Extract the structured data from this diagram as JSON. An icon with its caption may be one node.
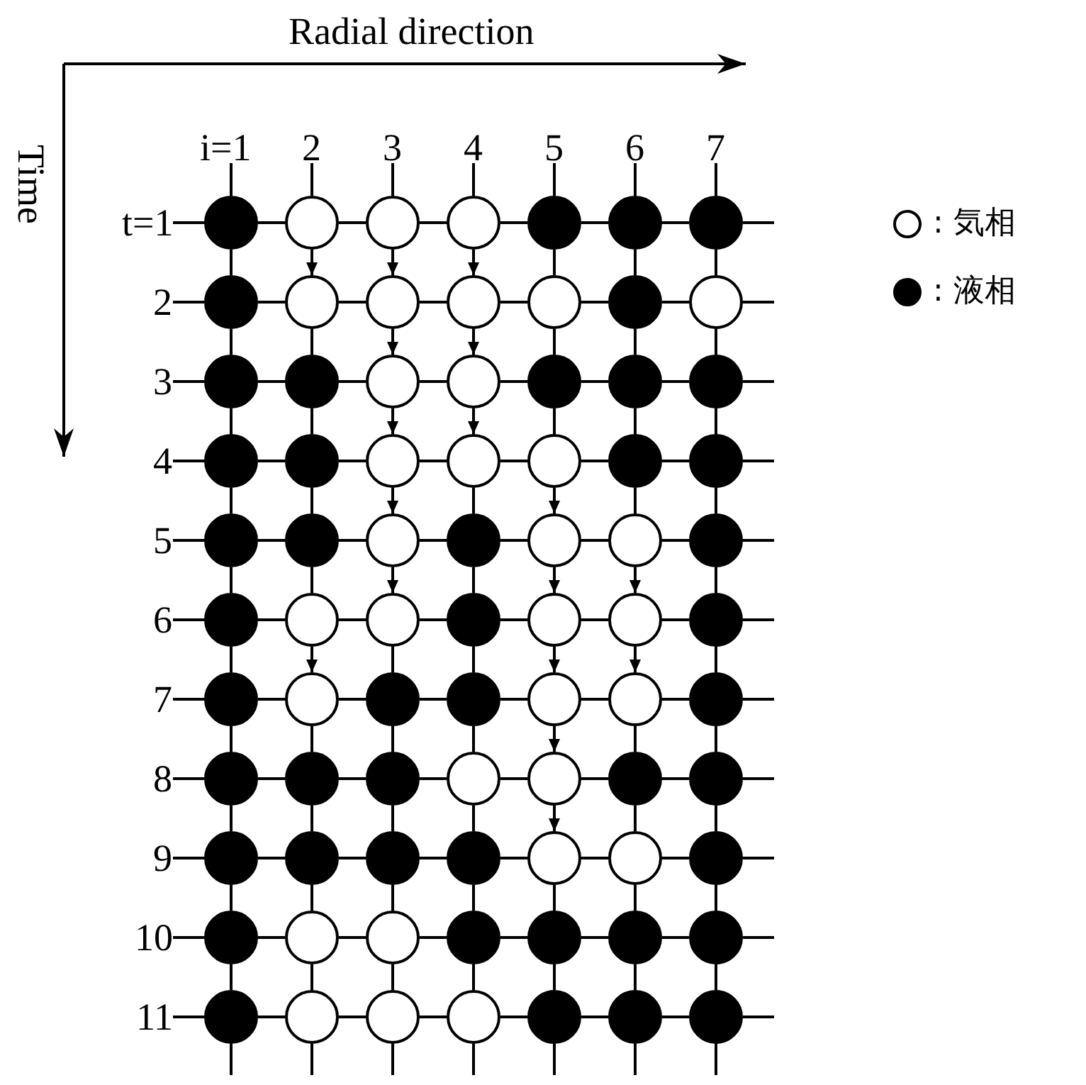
{
  "diagram": {
    "nodes": [
      {
        "text": [],
        "shape": "circle"
      },
      {
        "text": [],
        "shape": "circle"
      },
      {
        "text": [],
        "shape": "circle"
      },
      {
        "text": [],
        "shape": "circle"
      },
      {
        "text": [],
        "shape": "circle"
      },
      {
        "text": [],
        "shape": "circle"
      },
      {
        "text": [],
        "shape": "circle"
      },
      {
        "text": [],
        "shape": "circle"
      },
      {
        "text": [],
        "shape": "circle"
      },
      {
        "text": [],
        "shape": "circle"
      },
      {
        "text": [],
        "shape": "circle"
      },
      {
        "text": [],
        "shape": "circle"
      },
      {
        "text": [],
        "shape": "circle"
      },
      {
        "text": [],
        "shape": "circle"
      },
      {
        "text": [],
        "shape": "circle"
      },
      {
        "text": [],
        "shape": "circle"
      },
      {
        "text": [],
        "shape": "circle"
      },
      {
        "text": [],
        "shape": "circle"
      },
      {
        "text": [],
        "shape": "circle"
      },
      {
        "text": [],
        "shape": "circle"
      },
      {
        "text": [],
        "shape": "circle"
      },
      {
        "text": [],
        "shape": "circle"
      },
      {
        "text": [],
        "shape": "circle"
      },
      {
        "text": [],
        "shape": "circle"
      },
      {
        "text": [],
        "shape": "circle"
      },
      {
        "text": [],
        "shape": "circle"
      },
      {
        "text": [],
        "shape": "circle"
      },
      {
        "text": [],
        "shape": "circle"
      },
      {
        "text": [],
        "shape": "circle"
      },
      {
        "text": [],
        "shape": "circle"
      },
      {
        "text": [],
        "shape": "circle"
      },
      {
        "text": [],
        "shape": "circle"
      },
      {
        "text": [],
        "shape": "circle"
      },
      {
        "text": [],
        "shape": "circle"
      },
      {
        "text": [],
        "shape": "circle"
      },
      {
        "text": [],
        "shape": "circle"
      },
      {
        "text": [],
        "shape": "circle"
      },
      {
        "text": [],
        "shape": "circle"
      },
      {
        "text": [],
        "shape": "circle"
      },
      {
        "text": [],
        "shape": "circle"
      },
      {
        "text": [],
        "shape": "circle"
      },
      {
        "text": [],
        "shape": "circle"
      },
      {
        "text": [],
        "shape": "circle"
      },
      {
        "text": [],
        "shape": "circle"
      },
      {
        "text": [],
        "shape": "circle"
      },
      {
        "text": [],
        "shape": "circle"
      },
      {
        "text": [],
        "shape": "circle"
      },
      {
        "text": [],
        "shape": "circle"
      },
      {
        "text": [],
        "shape": "circle"
      },
      {
        "text": [],
        "shape": "circle"
      },
      {
        "text": [],
        "shape": "circle"
      },
      {
        "text": [],
        "shape": "circle"
      },
      {
        "text": [],
        "shape": "circle"
      },
      {
        "text": [],
        "shape": "circle"
      },
      {
        "text": [],
        "shape": "circle"
      },
      {
        "text": [],
        "shape": "circle"
      },
      {
        "text": [],
        "shape": "circle"
      },
      {
        "text": [],
        "shape": "circle"
      },
      {
        "text": [],
        "shape": "circle"
      },
      {
        "text": [],
        "shape": "circle"
      },
      {
        "text": [],
        "shape": "circle"
      },
      {
        "text": [],
        "shape": "circle"
      },
      {
        "text": [],
        "shape": "circle"
      },
      {
        "text": [],
        "shape": "circle"
      },
      {
        "text": [],
        "shape": "circle"
      },
      {
        "text": [],
        "shape": "circle"
      },
      {
        "text": [],
        "shape": "circle"
      },
      {
        "text": [],
        "shape": "circle"
      },
      {
        "text": [],
        "shape": "circle"
      },
      {
        "text": [],
        "shape": "circle"
      },
      {
        "text": [],
        "shape": "circle"
      },
      {
        "text": [],
        "shape": "circle"
      },
      {
        "text": [],
        "shape": "circle"
      },
      {
        "text": [],
        "shape": "circle"
      },
      {
        "text": [],
        "shape": "circle"
      },
      {
        "text": [],
        "shape": "circle"
      },
      {
        "text": [],
        "shape": "circle"
      },
      {
        "text": [
          "i=1"
        ]
      },
      {
        "text": [
          "2"
        ]
      },
      {
        "text": [
          "3"
        ]
      },
      {
        "text": [
          "4"
        ]
      },
      {
        "text": [
          "5"
        ]
      },
      {
        "text": [
          "6"
        ]
      },
      {
        "text": [
          "7"
        ]
      },
      {
        "text": [
          "t=1"
        ]
      },
      {
        "text": [
          "2"
        ]
      },
      {
        "text": [
          "3"
        ]
      },
      {
        "text": [
          "4"
        ]
      },
      {
        "text": [
          "5"
        ]
      },
      {
        "text": [
          "6"
        ]
      },
      {
        "text": [
          "7"
        ]
      },
      {
        "text": [
          "8"
        ]
      },
      {
        "text": [
          "9"
        ]
      },
      {
        "text": [
          "10"
        ]
      },
      {
        "text": [
          "11"
        ]
      }
    ],
    "edges": [
      {
        "from": 0,
        "to": 1,
        "arrow": "none"
      },
      {
        "from": 1,
        "to": 2,
        "arrow": "none"
      },
      {
        "from": 2,
        "to": 3,
        "arrow": "none"
      },
      {
        "from": 3,
        "to": 4,
        "arrow": "none"
      },
      {
        "from": 4,
        "to": 5,
        "arrow": "none"
      },
      {
        "from": 5,
        "to": 6,
        "arrow": "none"
      },
      {
        "from": 7,
        "to": 8,
        "arrow": "none"
      },
      {
        "from": 8,
        "to": 9,
        "arrow": "none"
      },
      {
        "from": 9,
        "to": 10,
        "arrow": "none"
      },
      {
        "from": 10,
        "to": 11,
        "arrow": "none"
      },
      {
        "from": 11,
        "to": 12,
        "arrow": "none"
      },
      {
        "from": 12,
        "to": 13,
        "arrow": "none"
      },
      {
        "from": 14,
        "to": 15,
        "arrow": "none"
      },
      {
        "from": 15,
        "to": 16,
        "arrow": "none"
      },
      {
        "from": 16,
        "to": 17,
        "arrow": "none"
      },
      {
        "from": 17,
        "to": 18,
        "arrow": "none"
      },
      {
        "from": 18,
        "to": 19,
        "arrow": "none"
      },
      {
        "from": 19,
        "to": 20,
        "arrow": "none"
      },
      {
        "from": 21,
        "to": 22,
        "arrow": "none"
      },
      {
        "from": 22,
        "to": 23,
        "arrow": "none"
      },
      {
        "from": 23,
        "to": 24,
        "arrow": "none"
      },
      {
        "from": 24,
        "to": 25,
        "arrow": "none"
      },
      {
        "from": 25,
        "to": 26,
        "arrow": "none"
      },
      {
        "from": 26,
        "to": 27,
        "arrow": "none"
      },
      {
        "from": 28,
        "to": 29,
        "arrow": "none"
      },
      {
        "from": 29,
        "to": 30,
        "arrow": "none"
      },
      {
        "from": 30,
        "to": 31,
        "arrow": "none"
      },
      {
        "from": 31,
        "to": 32,
        "arrow": "none"
      },
      {
        "from": 32,
        "to": 33,
        "arrow": "none"
      },
      {
        "from": 33,
        "to": 34,
        "arrow": "none"
      },
      {
        "from": 35,
        "to": 36,
        "arrow": "none"
      },
      {
        "from": 36,
        "to": 37,
        "arrow": "none"
      },
      {
        "from": 37,
        "to": 38,
        "arrow": "none"
      },
      {
        "from": 38,
        "to": 39,
        "arrow": "none"
      },
      {
        "from": 39,
        "to": 40,
        "arrow": "none"
      },
      {
        "from": 40,
        "to": 41,
        "arrow": "none"
      },
      {
        "from": 42,
        "to": 43,
        "arrow": "none"
      },
      {
        "from": 43,
        "to": 44,
        "arrow": "none"
      },
      {
        "from": 44,
        "to": 45,
        "arrow": "none"
      },
      {
        "from": 45,
        "to": 46,
        "arrow": "none"
      },
      {
        "from": 46,
        "to": 47,
        "arrow": "none"
      },
      {
        "from": 47,
        "to": 48,
        "arrow": "none"
      },
      {
        "from": 49,
        "to": 50,
        "arrow": "none"
      },
      {
        "from": 50,
        "to": 51,
        "arrow": "none"
      },
      {
        "from": 51,
        "to": 52,
        "arrow": "none"
      },
      {
        "from": 52,
        "to": 53,
        "arrow": "none"
      },
      {
        "from": 53,
        "to": 54,
        "arrow": "none"
      },
      {
        "from": 54,
        "to": 55,
        "arrow": "none"
      },
      {
        "from": 56,
        "to": 57,
        "arrow": "none"
      },
      {
        "from": 57,
        "to": 58,
        "arrow": "none"
      },
      {
        "from": 58,
        "to": 59,
        "arrow": "none"
      },
      {
        "from": 59,
        "to": 60,
        "arrow": "none"
      },
      {
        "from": 60,
        "to": 61,
        "arrow": "none"
      },
      {
        "from": 61,
        "to": 62,
        "arrow": "none"
      },
      {
        "from": 63,
        "to": 64,
        "arrow": "none"
      },
      {
        "from": 64,
        "to": 65,
        "arrow": "none"
      },
      {
        "from": 65,
        "to": 66,
        "arrow": "none"
      },
      {
        "from": 66,
        "to": 67,
        "arrow": "none"
      },
      {
        "from": 67,
        "to": 68,
        "arrow": "none"
      },
      {
        "from": 68,
        "to": 69,
        "arrow": "none"
      },
      {
        "from": 70,
        "to": 71,
        "arrow": "none"
      },
      {
        "from": 71,
        "to": 72,
        "arrow": "none"
      },
      {
        "from": 72,
        "to": 73,
        "arrow": "none"
      },
      {
        "from": 73,
        "to": 74,
        "arrow": "none"
      },
      {
        "from": 74,
        "to": 75,
        "arrow": "none"
      },
      {
        "from": 75,
        "to": 76,
        "arrow": "none"
      },
      {
        "from": 0,
        "to": 7,
        "arrow": "none"
      },
      {
        "from": 1,
        "to": 8,
        "arrow": "to"
      },
      {
        "from": 2,
        "to": 9,
        "arrow": "to"
      },
      {
        "from": 3,
        "to": 10,
        "arrow": "to"
      },
      {
        "from": 4,
        "to": 11,
        "arrow": "none"
      },
      {
        "from": 5,
        "to": 12,
        "arrow": "none"
      },
      {
        "from": 6,
        "to": 13,
        "arrow": "none"
      },
      {
        "from": 7,
        "to": 14,
        "arrow": "none"
      },
      {
        "from": 8,
        "to": 15,
        "arrow": "none"
      },
      {
        "from": 9,
        "to": 16,
        "arrow": "to"
      },
      {
        "from": 10,
        "to": 17,
        "arrow": "to"
      },
      {
        "from": 11,
        "to": 18,
        "arrow": "none"
      },
      {
        "from": 12,
        "to": 19,
        "arrow": "none"
      },
      {
        "from": 13,
        "to": 20,
        "arrow": "none"
      },
      {
        "from": 14,
        "to": 21,
        "arrow": "none"
      },
      {
        "from": 15,
        "to": 22,
        "arrow": "none"
      },
      {
        "from": 16,
        "to": 23,
        "arrow": "to"
      },
      {
        "from": 17,
        "to": 24,
        "arrow": "to"
      },
      {
        "from": 18,
        "to": 25,
        "arrow": "none"
      },
      {
        "from": 19,
        "to": 26,
        "arrow": "none"
      },
      {
        "from": 20,
        "to": 27,
        "arrow": "none"
      },
      {
        "from": 21,
        "to": 28,
        "arrow": "none"
      },
      {
        "from": 22,
        "to": 29,
        "arrow": "none"
      },
      {
        "from": 23,
        "to": 30,
        "arrow": "to"
      },
      {
        "from": 24,
        "to": 31,
        "arrow": "none"
      },
      {
        "from": 25,
        "to": 32,
        "arrow": "to"
      },
      {
        "from": 26,
        "to": 33,
        "arrow": "none"
      },
      {
        "from": 27,
        "to": 34,
        "arrow": "none"
      },
      {
        "from": 28,
        "to": 35,
        "arrow": "none"
      },
      {
        "from": 29,
        "to": 36,
        "arrow": "none"
      },
      {
        "from": 30,
        "to": 37,
        "arrow": "to"
      },
      {
        "from": 31,
        "to": 38,
        "arrow": "none"
      },
      {
        "from": 32,
        "to": 39,
        "arrow": "to"
      },
      {
        "from": 33,
        "to": 40,
        "arrow": "to"
      },
      {
        "from": 34,
        "to": 41,
        "arrow": "none"
      },
      {
        "from": 35,
        "to": 42,
        "arrow": "none"
      },
      {
        "from": 36,
        "to": 43,
        "arrow": "to"
      },
      {
        "from": 37,
        "to": 44,
        "arrow": "none"
      },
      {
        "from": 38,
        "to": 45,
        "arrow": "none"
      },
      {
        "from": 39,
        "to": 46,
        "arrow": "to"
      },
      {
        "from": 40,
        "to": 47,
        "arrow": "to"
      },
      {
        "from": 41,
        "to": 48,
        "arrow": "none"
      },
      {
        "from": 42,
        "to": 49,
        "arrow": "none"
      },
      {
        "from": 43,
        "to": 50,
        "arrow": "none"
      },
      {
        "from": 44,
        "to": 51,
        "arrow": "none"
      },
      {
        "from": 45,
        "to": 52,
        "arrow": "none"
      },
      {
        "from": 46,
        "to": 53,
        "arrow": "to"
      },
      {
        "from": 47,
        "to": 54,
        "arrow": "none"
      },
      {
        "from": 48,
        "to": 55,
        "arrow": "none"
      },
      {
        "from": 49,
        "to": 56,
        "arrow": "none"
      },
      {
        "from": 50,
        "to": 57,
        "arrow": "none"
      },
      {
        "from": 51,
        "to": 58,
        "arrow": "none"
      },
      {
        "from": 52,
        "to": 59,
        "arrow": "none"
      },
      {
        "from": 53,
        "to": 60,
        "arrow": "to"
      },
      {
        "from": 54,
        "to": 61,
        "arrow": "none"
      },
      {
        "from": 55,
        "to": 62,
        "arrow": "none"
      },
      {
        "from": 56,
        "to": 63,
        "arrow": "none"
      },
      {
        "from": 57,
        "to": 64,
        "arrow": "none"
      },
      {
        "from": 58,
        "to": 65,
        "arrow": "none"
      },
      {
        "from": 59,
        "to": 66,
        "arrow": "none"
      },
      {
        "from": 60,
        "to": 67,
        "arrow": "none"
      },
      {
        "from": 61,
        "to": 68,
        "arrow": "none"
      },
      {
        "from": 62,
        "to": 69,
        "arrow": "none"
      },
      {
        "from": 63,
        "to": 70,
        "arrow": "none"
      },
      {
        "from": 64,
        "to": 71,
        "arrow": "none"
      },
      {
        "from": 65,
        "to": 72,
        "arrow": "none"
      },
      {
        "from": 66,
        "to": 73,
        "arrow": "none"
      },
      {
        "from": 67,
        "to": 74,
        "arrow": "none"
      },
      {
        "from": 68,
        "to": 75,
        "arrow": "none"
      },
      {
        "from": 69,
        "to": 76,
        "arrow": "none"
      },
      {
        "from": 84,
        "to": 0,
        "arrow": "none"
      },
      {
        "from": 85,
        "to": 7,
        "arrow": "none"
      },
      {
        "from": 86,
        "to": 14,
        "arrow": "none"
      },
      {
        "from": 87,
        "to": 21,
        "arrow": "none"
      },
      {
        "from": 88,
        "to": 28,
        "arrow": "none"
      },
      {
        "from": 89,
        "to": 35,
        "arrow": "none"
      },
      {
        "from": 90,
        "to": 42,
        "arrow": "none"
      },
      {
        "from": 91,
        "to": 49,
        "arrow": "none"
      },
      {
        "from": 92,
        "to": 56,
        "arrow": "none"
      },
      {
        "from": 93,
        "to": 63,
        "arrow": "none"
      },
      {
        "from": 94,
        "to": 70,
        "arrow": "none"
      },
      {
        "from": 77,
        "to": 0,
        "arrow": "none"
      },
      {
        "from": 78,
        "to": 1,
        "arrow": "none"
      },
      {
        "from": 79,
        "to": 2,
        "arrow": "none"
      },
      {
        "from": 80,
        "to": 3,
        "arrow": "none"
      },
      {
        "from": 81,
        "to": 4,
        "arrow": "none"
      },
      {
        "from": 82,
        "to": 5,
        "arrow": "none"
      },
      {
        "from": 83,
        "to": 6,
        "arrow": "none"
      },
      {
        "from": 6,
        "to": null,
        "arrow": "none"
      },
      {
        "from": 13,
        "to": null,
        "arrow": "none"
      },
      {
        "from": 20,
        "to": null,
        "arrow": "none"
      },
      {
        "from": 27,
        "to": null,
        "arrow": "none"
      },
      {
        "from": 34,
        "to": null,
        "arrow": "none"
      },
      {
        "from": 41,
        "to": null,
        "arrow": "none"
      },
      {
        "from": 48,
        "to": null,
        "arrow": "none"
      },
      {
        "from": 55,
        "to": null,
        "arrow": "none"
      },
      {
        "from": 62,
        "to": null,
        "arrow": "none"
      },
      {
        "from": 69,
        "to": null,
        "arrow": "none"
      },
      {
        "from": 76,
        "to": null,
        "arrow": "none"
      },
      {
        "from": 70,
        "to": null,
        "arrow": "none"
      },
      {
        "from": 71,
        "to": null,
        "arrow": "none"
      },
      {
        "from": 72,
        "to": null,
        "arrow": "none"
      },
      {
        "from": 73,
        "to": null,
        "arrow": "none"
      },
      {
        "from": 74,
        "to": null,
        "arrow": "none"
      },
      {
        "from": 75,
        "to": null,
        "arrow": "none"
      },
      {
        "from": 76,
        "to": null,
        "arrow": "none"
      }
    ],
    "labels": [
      "Radial direction",
      "Time"
    ],
    "legend": [
      {
        "text": ": 気相",
        "color": "#ffffff"
      },
      {
        "text": ": 液相",
        "color": "#000000"
      }
    ]
  }
}
